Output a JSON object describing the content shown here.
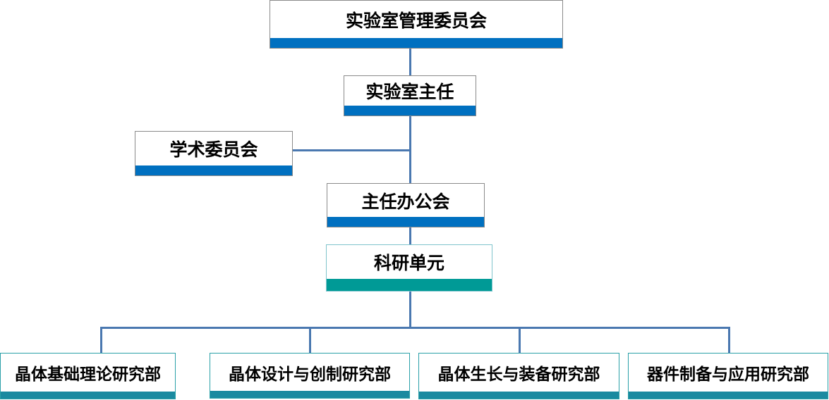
{
  "nodes": {
    "committee": "实验室管理委员会",
    "director": "实验室主任",
    "academic": "学术委员会",
    "office_meeting": "主任办公会",
    "research_unit": "科研单元",
    "departments": [
      "晶体基础理论研究部",
      "晶体设计与创制研究部",
      "晶体生长与装备研究部",
      "器件制备与应用研究部"
    ]
  },
  "colors": {
    "blue_bar": "#0070c0",
    "teal_bar": "#009a96",
    "dept_bar": "#1a8aa0",
    "connector": "#4a78b0"
  }
}
